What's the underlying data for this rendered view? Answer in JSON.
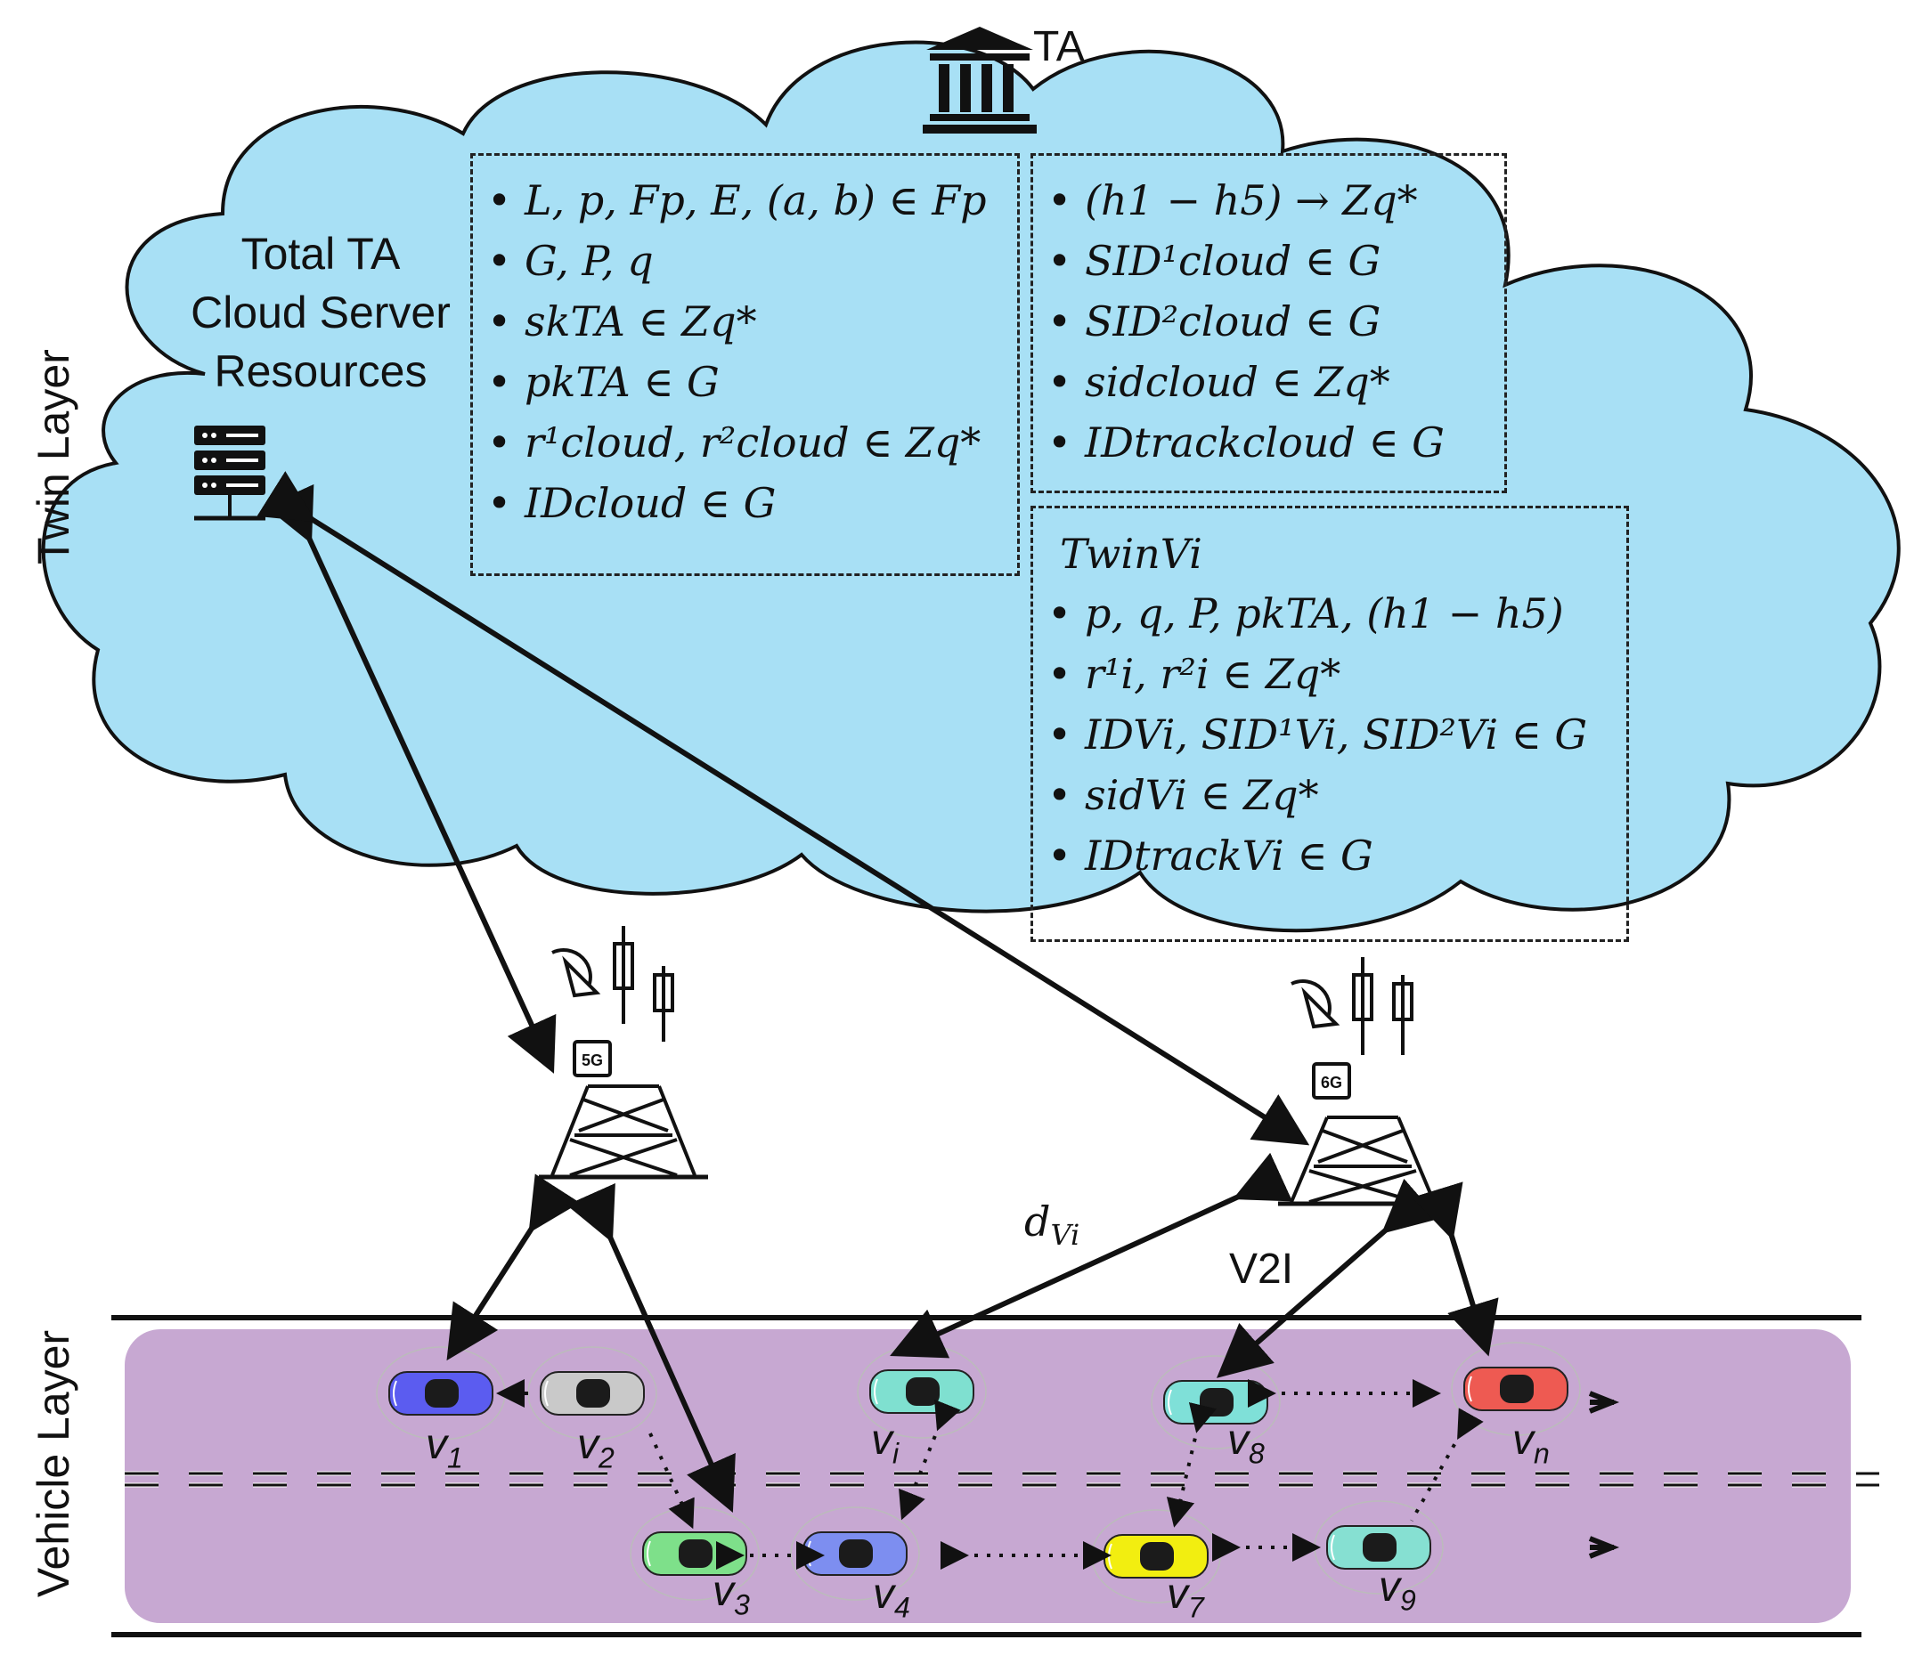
{
  "layers": {
    "twin": "Twin Layer",
    "vehicle": "Vehicle Layer"
  },
  "ta_label": "TA",
  "cloud_caption": [
    "Total TA",
    "Cloud Server",
    "Resources"
  ],
  "box_params": [
    "L, p, Fp, E, (a, b) ∈ Fp",
    "G, P, q",
    "skTA ∈ Zq*",
    "pkTA ∈ G",
    "r¹cloud,  r²cloud ∈ Zq*",
    "IDcloud ∈ G"
  ],
  "box_cloud_ids": [
    "(h1 − h5)  → Zq*",
    "SID¹cloud ∈ G",
    "SID²cloud ∈ G",
    "sidcloud ∈ Zq*",
    "IDtrackcloud ∈ G"
  ],
  "box_twin": {
    "heading": "TwinVi",
    "items": [
      "p, q, P, pkTA, (h1 − h5)",
      "r¹i,  r²i ∈ Zq*",
      "IDVi, SID¹Vi, SID²Vi ∈ G",
      "sidVi ∈ Zq*",
      "IDtrackVi ∈ G"
    ]
  },
  "towers": [
    {
      "badge": "5G"
    },
    {
      "badge": "6G"
    }
  ],
  "link_labels": {
    "distance": "d",
    "distance_sub": "Vi",
    "v2i": "V2I"
  },
  "vehicles": [
    {
      "label": "v",
      "sub": "1",
      "color": "#5b5cf0"
    },
    {
      "label": "v",
      "sub": "2",
      "color": "#c9c9c9"
    },
    {
      "label": "v",
      "sub": "i",
      "color": "#7fe0d0"
    },
    {
      "label": "v",
      "sub": "8",
      "color": "#7fe0d8"
    },
    {
      "label": "v",
      "sub": "n",
      "color": "#ee5a52"
    },
    {
      "label": "v",
      "sub": "3",
      "color": "#7ee08a"
    },
    {
      "label": "v",
      "sub": "4",
      "color": "#7d8ef0"
    },
    {
      "label": "v",
      "sub": "7",
      "color": "#f2ee10"
    },
    {
      "label": "v",
      "sub": "9",
      "color": "#86e0d2"
    }
  ],
  "colors": {
    "cloud": "#a8e0f5",
    "road": "#c7a8d2",
    "stroke": "#111111"
  }
}
